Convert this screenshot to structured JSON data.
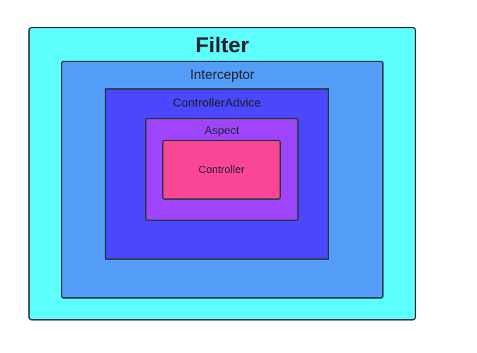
{
  "layers": {
    "filter": {
      "label": "Filter",
      "color": "#5cfffe"
    },
    "interceptor": {
      "label": "Interceptor",
      "color": "#539df9"
    },
    "controller_advice": {
      "label": "ControllerAdvice",
      "color": "#4a47fc"
    },
    "aspect": {
      "label": "Aspect",
      "color": "#9e45fc"
    },
    "controller": {
      "label": "Controller",
      "color": "#fb4595"
    }
  }
}
